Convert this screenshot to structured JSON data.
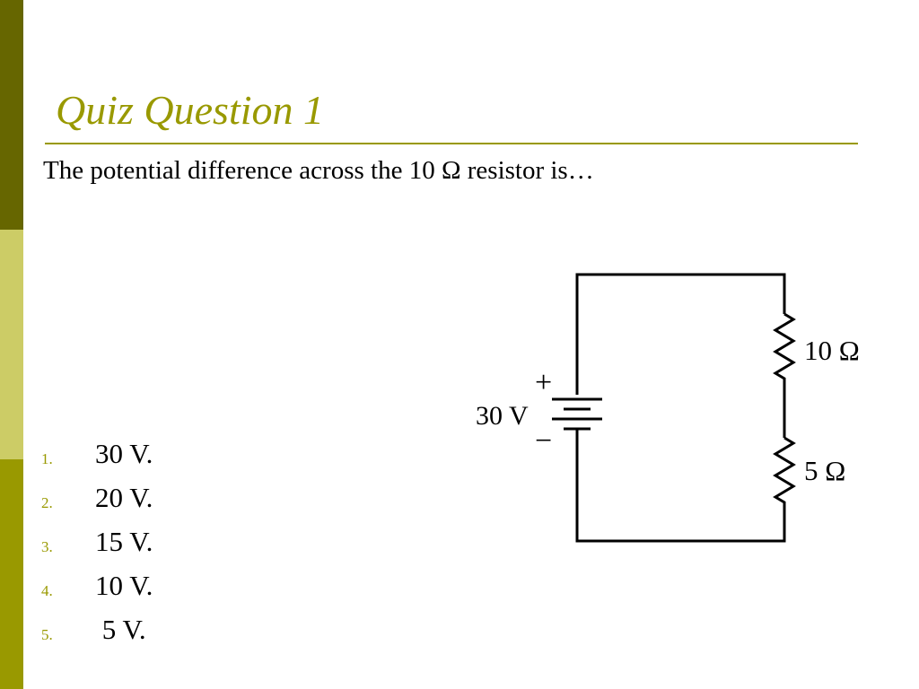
{
  "slide": {
    "title": "Quiz Question 1",
    "question": "The potential difference across the 10 Ω resistor is…",
    "answers": [
      {
        "number": "1.",
        "text": "30 V."
      },
      {
        "number": "2.",
        "text": "20 V."
      },
      {
        "number": "3.",
        "text": "15 V."
      },
      {
        "number": "4.",
        "text": "10 V."
      },
      {
        "number": "5.",
        "text": " 5 V."
      }
    ]
  },
  "circuit": {
    "battery_label": "30 V",
    "battery_plus": "+",
    "battery_minus": "−",
    "resistor_top_label": "10 Ω",
    "resistor_bottom_label": "5 Ω"
  },
  "colors": {
    "accent": "#999900",
    "bar_dark": "#666600",
    "bar_light": "#cccc66"
  }
}
